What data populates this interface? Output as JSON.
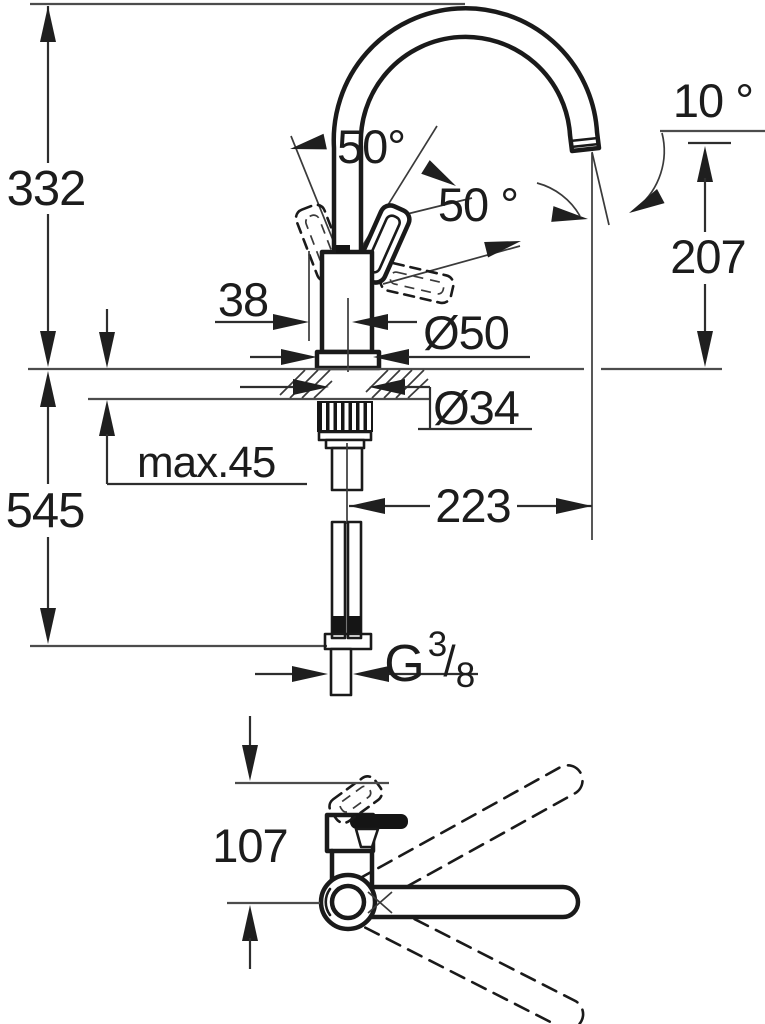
{
  "drawing": {
    "dimensions": {
      "total_height": "332",
      "below_counter_height": "545",
      "max_mount_thickness": "max.45",
      "handle_offset": "38",
      "base_diameter": "Ø50",
      "shank_diameter": "Ø34",
      "spout_reach": "223",
      "outlet_height": "207",
      "plan_depth": "107"
    },
    "angles": {
      "outlet_tilt": "10 °",
      "lever_swing_left": "50°",
      "lever_swing_right": "50 °"
    },
    "thread": {
      "g": "G",
      "numerator": "3",
      "slash": "/",
      "denominator": "8"
    },
    "colors": {
      "line": "#1a1a1a",
      "background": "#ffffff"
    }
  }
}
